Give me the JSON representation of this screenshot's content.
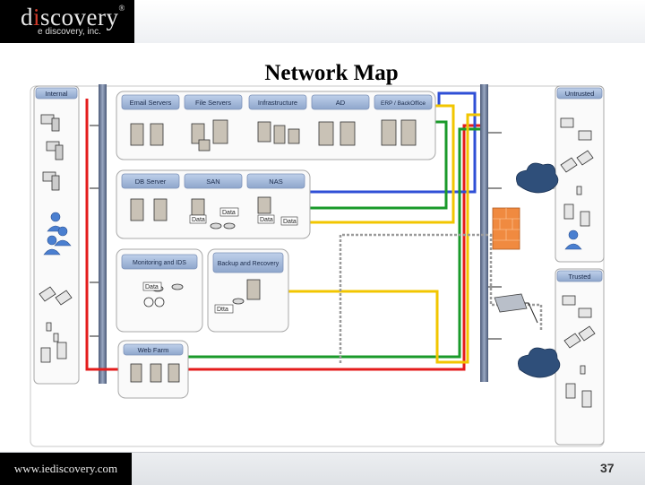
{
  "header": {
    "logo_main_prefix": "d",
    "logo_main_accent": "i",
    "logo_main_rest": "scovery",
    "logo_mark": "®",
    "logo_sub": "e discovery, inc."
  },
  "title": "Network Map",
  "groups": {
    "internal": "Internal",
    "email": "Email Servers",
    "file": "File Servers",
    "infra": "Infrastructure",
    "ad": "AD",
    "erp": "ERP / BackOffice",
    "db": "DB Server",
    "san": "SAN",
    "nas": "NAS",
    "mon": "Monitoring and IDS",
    "backup": "Backup and Recovery",
    "web": "Web Farm",
    "untrusted": "Untrusted",
    "trusted": "Trusted"
  },
  "data_labels": {
    "data": "Data",
    "data_alt": "Data",
    "data_mis": "Dtta"
  },
  "colors": {
    "red": "#e41c1c",
    "blue": "#2f4fd6",
    "green": "#1a9a2a",
    "yellow": "#f2c600",
    "gray": "#9a9a9a",
    "accent": "#d23b2a"
  },
  "footer": {
    "url": "www.iediscovery.com",
    "page": "37"
  }
}
